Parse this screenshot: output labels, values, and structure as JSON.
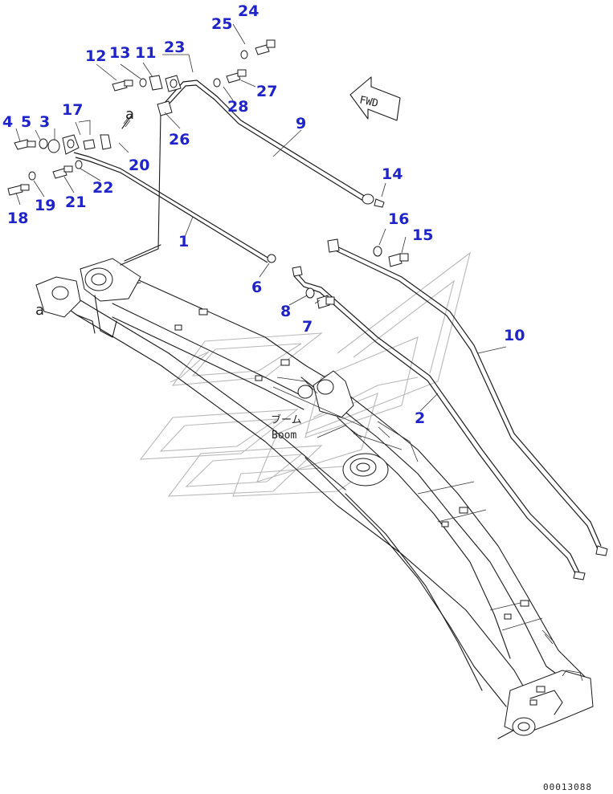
{
  "diagram": {
    "callouts": [
      {
        "id": "c1",
        "text": "1"
      },
      {
        "id": "c2",
        "text": "2"
      },
      {
        "id": "c3",
        "text": "3"
      },
      {
        "id": "c4",
        "text": "4"
      },
      {
        "id": "c5",
        "text": "5"
      },
      {
        "id": "c6",
        "text": "6"
      },
      {
        "id": "c7",
        "text": "7"
      },
      {
        "id": "c8",
        "text": "8"
      },
      {
        "id": "c9",
        "text": "9"
      },
      {
        "id": "c10",
        "text": "10"
      },
      {
        "id": "c11",
        "text": "11"
      },
      {
        "id": "c12",
        "text": "12"
      },
      {
        "id": "c13",
        "text": "13"
      },
      {
        "id": "c14",
        "text": "14"
      },
      {
        "id": "c15",
        "text": "15"
      },
      {
        "id": "c16",
        "text": "16"
      },
      {
        "id": "c17",
        "text": "17"
      },
      {
        "id": "c18",
        "text": "18"
      },
      {
        "id": "c19",
        "text": "19"
      },
      {
        "id": "c20",
        "text": "20"
      },
      {
        "id": "c21",
        "text": "21"
      },
      {
        "id": "c22",
        "text": "22"
      },
      {
        "id": "c23",
        "text": "23"
      },
      {
        "id": "c24",
        "text": "24"
      },
      {
        "id": "c25",
        "text": "25"
      },
      {
        "id": "c26",
        "text": "26"
      },
      {
        "id": "c27",
        "text": "27"
      },
      {
        "id": "c28",
        "text": "28"
      }
    ],
    "ref_a_top": "a",
    "ref_a_left": "a",
    "fwd_label": "FWD",
    "boom_jp": "ブーム",
    "boom_en": "Boom",
    "doc_number": "00013088",
    "callout_color": "#1f24c8"
  }
}
